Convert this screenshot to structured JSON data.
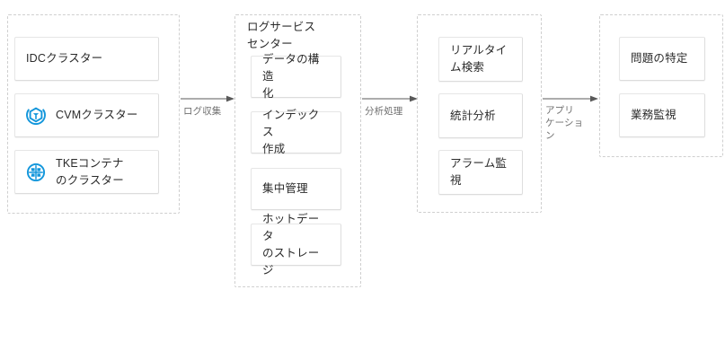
{
  "diagram": {
    "accent_color": "#1296db",
    "box_border_color": "#e6e6e6",
    "group_border_color": "#cfcfcf",
    "text_color": "#2b2b2b",
    "arrow_color": "#595959",
    "arrow_label_color": "#707070",
    "background": "#ffffff"
  },
  "groups": [
    {
      "id": "sources",
      "title": "",
      "nodes": [
        {
          "id": "idc-cluster",
          "label": "IDCクラスター",
          "icon": ""
        },
        {
          "id": "cvm-cluster",
          "label": "CVMクラスター",
          "icon": "cvm-icon"
        },
        {
          "id": "tke-cluster",
          "label": "TKEコンテナ\nのクラスター",
          "icon": "tke-icon"
        }
      ]
    },
    {
      "id": "log-service-center",
      "title": "ログサービス\nセンター",
      "nodes": [
        {
          "id": "data-structuring",
          "label": "データの構造\n化",
          "icon": ""
        },
        {
          "id": "index-creation",
          "label": "インデックス\n作成",
          "icon": ""
        },
        {
          "id": "central-management",
          "label": "集中管理",
          "icon": ""
        },
        {
          "id": "hot-data-storage",
          "label": "ホットデータ\nのストレージ",
          "icon": ""
        }
      ]
    },
    {
      "id": "analysis",
      "title": "",
      "nodes": [
        {
          "id": "realtime-search",
          "label": "リアルタイ\nム検索",
          "icon": ""
        },
        {
          "id": "statistical-analysis",
          "label": "統計分析",
          "icon": ""
        },
        {
          "id": "alarm-monitoring",
          "label": "アラーム監視",
          "icon": ""
        }
      ]
    },
    {
      "id": "applications",
      "title": "",
      "nodes": [
        {
          "id": "problem-identification",
          "label": "問題の特定",
          "icon": ""
        },
        {
          "id": "business-monitoring",
          "label": "業務監視",
          "icon": ""
        }
      ]
    }
  ],
  "arrows": [
    {
      "id": "arrow-log-collection",
      "label": "ログ収集"
    },
    {
      "id": "arrow-analysis-processing",
      "label": "分析処理"
    },
    {
      "id": "arrow-application",
      "label": "アプリ\nケーショ\nン"
    }
  ]
}
